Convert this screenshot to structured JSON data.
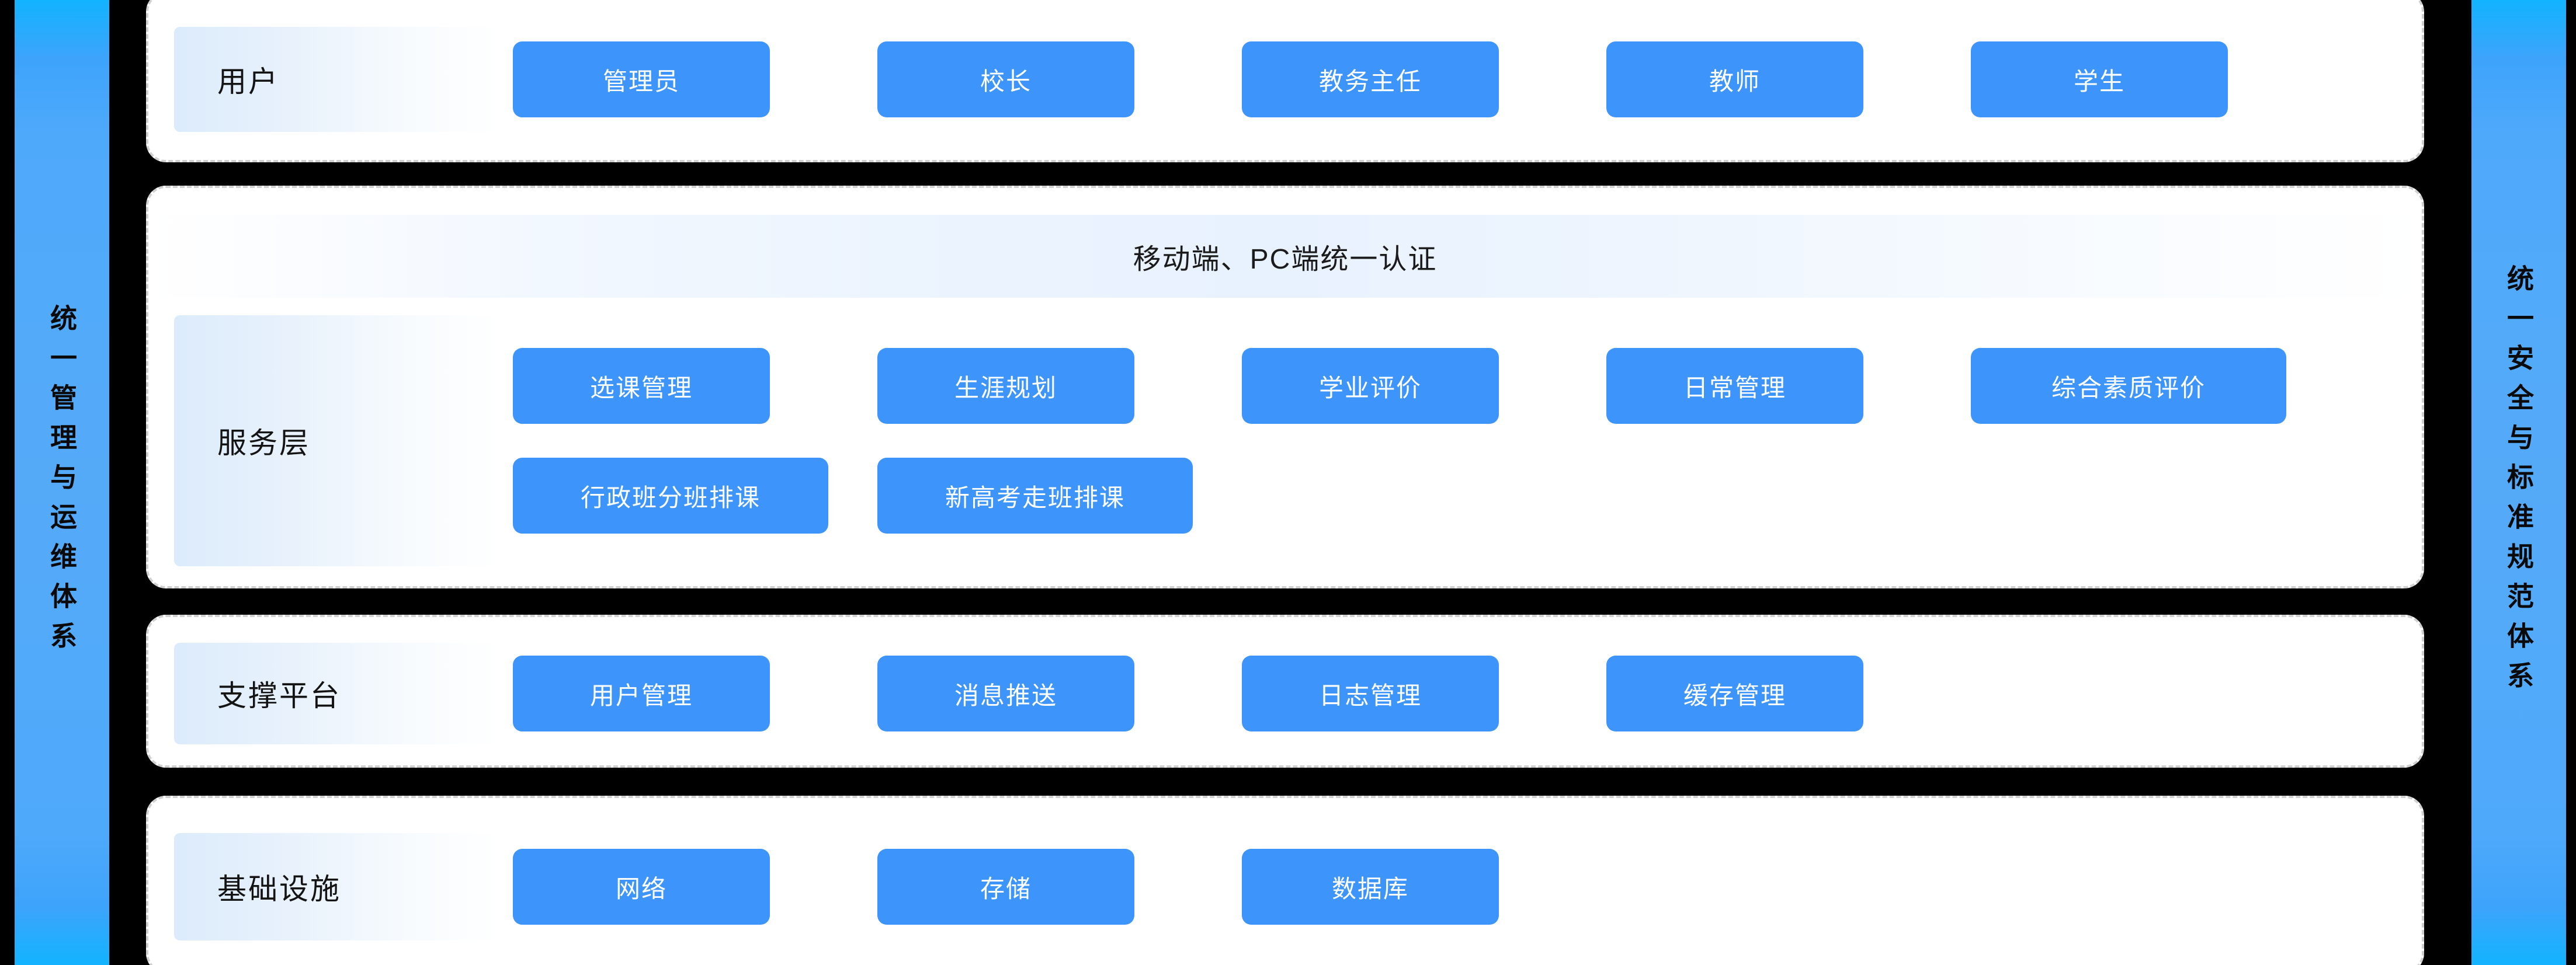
{
  "rails": {
    "left_label": "统一管理与运维体系",
    "right_label": "统一安全与标准规范体系",
    "accent_color": "#4fa9fb"
  },
  "theme": {
    "background": "#000000",
    "card_background": "#ffffff",
    "card_border": "#d0d0d0",
    "tile_color": "#3d95fc",
    "tile_text_color": "#ffffff",
    "label_gradient_start": "#dcebfb",
    "label_gradient_end": "#ffffff",
    "text_color": "#141414"
  },
  "layers": [
    {
      "id": "users",
      "label": "用户",
      "banner": null,
      "tile_rows": [
        [
          "管理员",
          "校长",
          "教务主任",
          "教师",
          "学生"
        ]
      ]
    },
    {
      "id": "service",
      "label": "服务层",
      "banner": "移动端、PC端统一认证",
      "tile_rows": [
        [
          "选课管理",
          "生涯规划",
          "学业评价",
          "日常管理",
          "综合素质评价"
        ],
        [
          "行政班分班排课",
          "新高考走班排课"
        ]
      ]
    },
    {
      "id": "support",
      "label": "支撑平台",
      "banner": null,
      "tile_rows": [
        [
          "用户管理",
          "消息推送",
          "日志管理",
          "缓存管理"
        ]
      ]
    },
    {
      "id": "infra",
      "label": "基础设施",
      "banner": null,
      "tile_rows": [
        [
          "网络",
          "存储",
          "数据库"
        ]
      ]
    }
  ]
}
